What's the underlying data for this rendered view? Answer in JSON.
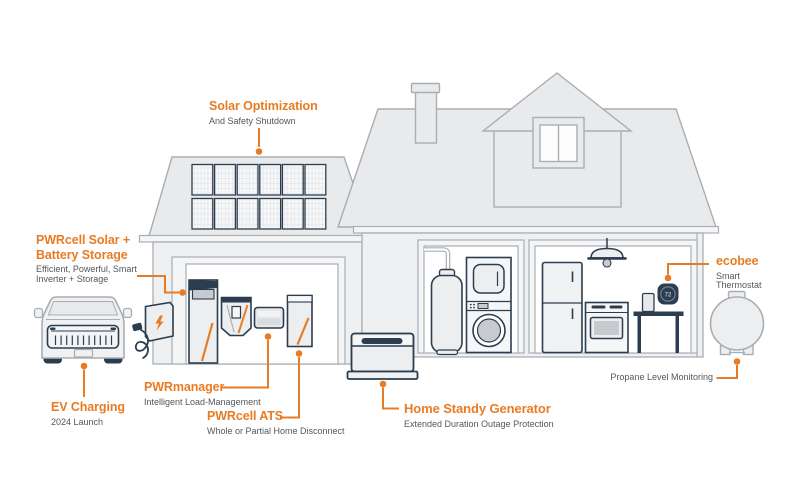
{
  "page": {
    "background": "#FFFFFF"
  },
  "palette": {
    "accent_orange": "#E87C25",
    "outline_navy": "#2C3D4F",
    "outline_gray": "#A9AEB3",
    "fill_light": "#EDEEEF",
    "text_gray": "#54575B"
  },
  "callouts": {
    "solar_optimization": {
      "title": "Solar Optimization",
      "subtitle": "And Safety Shutdown"
    },
    "pwrcell_storage": {
      "title_line1": "PWRcell Solar +",
      "title_line2": "Battery Storage",
      "subtitle_line1": "Efficient, Powerful, Smart",
      "subtitle_line2": "Inverter + Storage"
    },
    "ev_charging": {
      "title": "EV Charging",
      "subtitle": "2024 Launch"
    },
    "pwrmanager": {
      "title": "PWRmanager",
      "subtitle": "Intelligent Load-Management"
    },
    "pwrcell_ats": {
      "title": "PWRcell ATS",
      "subtitle": "Whole or Partial Home Disconnect"
    },
    "home_standby_generator": {
      "title": "Home Standy Generator",
      "subtitle": "Extended Duration Outage Protection"
    },
    "ecobee": {
      "title": "ecobee",
      "subtitle_line1": "Smart",
      "subtitle_line2": "Thermostat"
    },
    "propane": {
      "label": "Propane Level Monitoring"
    }
  },
  "devices": {
    "thermostat_temperature": "72"
  }
}
